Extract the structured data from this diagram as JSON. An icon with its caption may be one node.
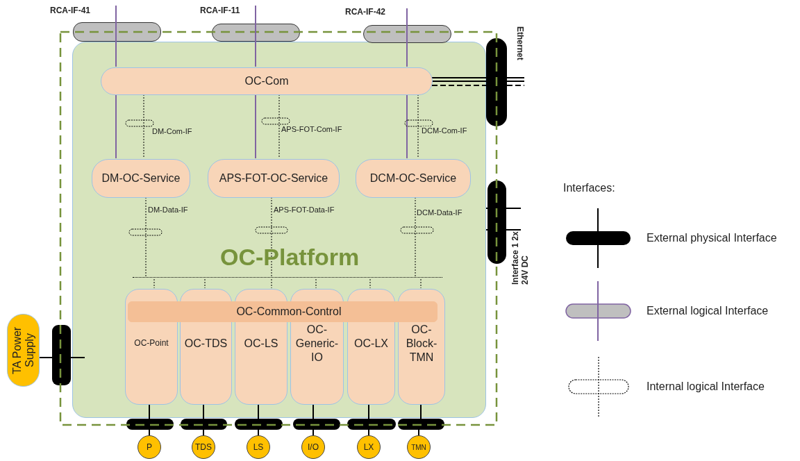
{
  "diagram": {
    "nodes": [
      {
        "text": [
          "RCA-IF-41"
        ]
      },
      {
        "text": [
          "RCA-IF-11"
        ]
      },
      {
        "text": [
          "RCA-IF-42"
        ]
      },
      {
        "text": [
          "Ethernet"
        ]
      },
      {
        "text": [
          "OC-Platform"
        ]
      },
      {
        "text": [
          "OC-Com"
        ],
        "in": 4
      },
      {
        "text": [
          "DM-OC-Service"
        ],
        "in": 4
      },
      {
        "text": [
          "APS-FOT-OC-Service"
        ],
        "in": 4
      },
      {
        "text": [
          "DCM-OC-Service"
        ],
        "in": 4
      },
      {
        "text": [],
        "shape": "line",
        "in": 4
      },
      {
        "text": [
          "OC-Common-Control"
        ],
        "in": 4
      },
      {
        "text": [
          "OC-Point"
        ],
        "in": 4
      },
      {
        "text": [
          "OC-TDS"
        ],
        "in": 4
      },
      {
        "text": [
          "OC-LS"
        ],
        "in": 4
      },
      {
        "text": [
          "OC-Generic-IO"
        ],
        "in": 4
      },
      {
        "text": [
          "OC-LX"
        ],
        "in": 4
      },
      {
        "text": [
          "OC-Block-TMN"
        ],
        "in": 4
      },
      {
        "text": [
          "Interface 1 2x 24V DC"
        ]
      },
      {
        "text": [
          "TA Power Supply"
        ]
      },
      {
        "text": [],
        "shape": "bar"
      },
      {
        "text": [],
        "shape": "bar"
      },
      {
        "text": [],
        "shape": "bar"
      },
      {
        "text": [],
        "shape": "bar"
      },
      {
        "text": [],
        "shape": "bar"
      },
      {
        "text": [],
        "shape": "bar"
      },
      {
        "text": [],
        "shape": "bar"
      },
      {
        "text": [
          "P"
        ]
      },
      {
        "text": [
          "TDS"
        ]
      },
      {
        "text": [
          "LS"
        ]
      },
      {
        "text": [
          "I/O"
        ]
      },
      {
        "text": [
          "LX"
        ]
      },
      {
        "text": [
          "TMN"
        ]
      }
    ],
    "edges": [
      {
        "from": 0,
        "to": 5,
        "arrow": "none",
        "color": "#8064a2"
      },
      {
        "from": 1,
        "to": 5,
        "arrow": "none",
        "color": "#8064a2"
      },
      {
        "from": 2,
        "to": 5,
        "arrow": "none",
        "color": "#8064a2"
      },
      {
        "from": 5,
        "to": 6,
        "arrow": "none",
        "style": "dashed",
        "label": "DM-Com-IF"
      },
      {
        "from": 5,
        "to": 7,
        "arrow": "none",
        "style": "dashed",
        "label": "APS-FOT-Com-IF"
      },
      {
        "from": 5,
        "to": 8,
        "arrow": "none",
        "style": "dashed",
        "label": "DCM-Com-IF"
      },
      {
        "from": 6,
        "to": 9,
        "arrow": "none",
        "style": "dashed",
        "label": "DM-Data-IF"
      },
      {
        "from": 7,
        "to": 9,
        "arrow": "none",
        "style": "dashed",
        "label": "APS-FOT-Data-IF"
      },
      {
        "from": 8,
        "to": 9,
        "arrow": "none",
        "style": "dashed",
        "label": "DCM-Data-IF"
      },
      {
        "from": 9,
        "to": 11,
        "arrow": "none",
        "style": "dashed"
      },
      {
        "from": 9,
        "to": 12,
        "arrow": "none",
        "style": "dashed"
      },
      {
        "from": 9,
        "to": 13,
        "arrow": "none",
        "style": "dashed"
      },
      {
        "from": 9,
        "to": 14,
        "arrow": "none",
        "style": "dashed"
      },
      {
        "from": 9,
        "to": 15,
        "arrow": "none",
        "style": "dashed"
      },
      {
        "from": 9,
        "to": 16,
        "arrow": "none",
        "style": "dashed"
      },
      {
        "from": 5,
        "to": 3,
        "arrow": "none"
      },
      {
        "from": 5,
        "to": 3,
        "arrow": "none"
      },
      {
        "from": 5,
        "to": 3,
        "arrow": "none",
        "style": "dashed"
      },
      {
        "from": 4,
        "to": 17,
        "arrow": "none"
      },
      {
        "from": 4,
        "to": 17,
        "arrow": "none"
      },
      {
        "from": 18,
        "to": 19,
        "arrow": "none"
      },
      {
        "from": 19,
        "to": 4,
        "arrow": "none"
      },
      {
        "from": 11,
        "to": 20,
        "arrow": "none"
      },
      {
        "from": 12,
        "to": 21,
        "arrow": "none"
      },
      {
        "from": 13,
        "to": 22,
        "arrow": "none"
      },
      {
        "from": 14,
        "to": 23,
        "arrow": "none"
      },
      {
        "from": 15,
        "to": 24,
        "arrow": "none"
      },
      {
        "from": 16,
        "to": 25,
        "arrow": "none"
      },
      {
        "from": 20,
        "to": 26,
        "arrow": "none"
      },
      {
        "from": 21,
        "to": 27,
        "arrow": "none"
      },
      {
        "from": 22,
        "to": 28,
        "arrow": "none"
      },
      {
        "from": 23,
        "to": 29,
        "arrow": "none"
      },
      {
        "from": 24,
        "to": 30,
        "arrow": "none"
      },
      {
        "from": 25,
        "to": 31,
        "arrow": "none"
      },
      {
        "from": 5,
        "to": 6,
        "arrow": "none",
        "color": "#8064a2"
      },
      {
        "from": 5,
        "to": 7,
        "arrow": "none",
        "color": "#8064a2"
      },
      {
        "from": 5,
        "to": 8,
        "arrow": "none",
        "color": "#8064a2"
      }
    ],
    "labels": [
      "Interfaces:"
    ],
    "legend": [
      {
        "text": "External physical Interface"
      },
      {
        "text": "External logical Interface"
      },
      {
        "text": "Internal logical Interface"
      }
    ]
  }
}
